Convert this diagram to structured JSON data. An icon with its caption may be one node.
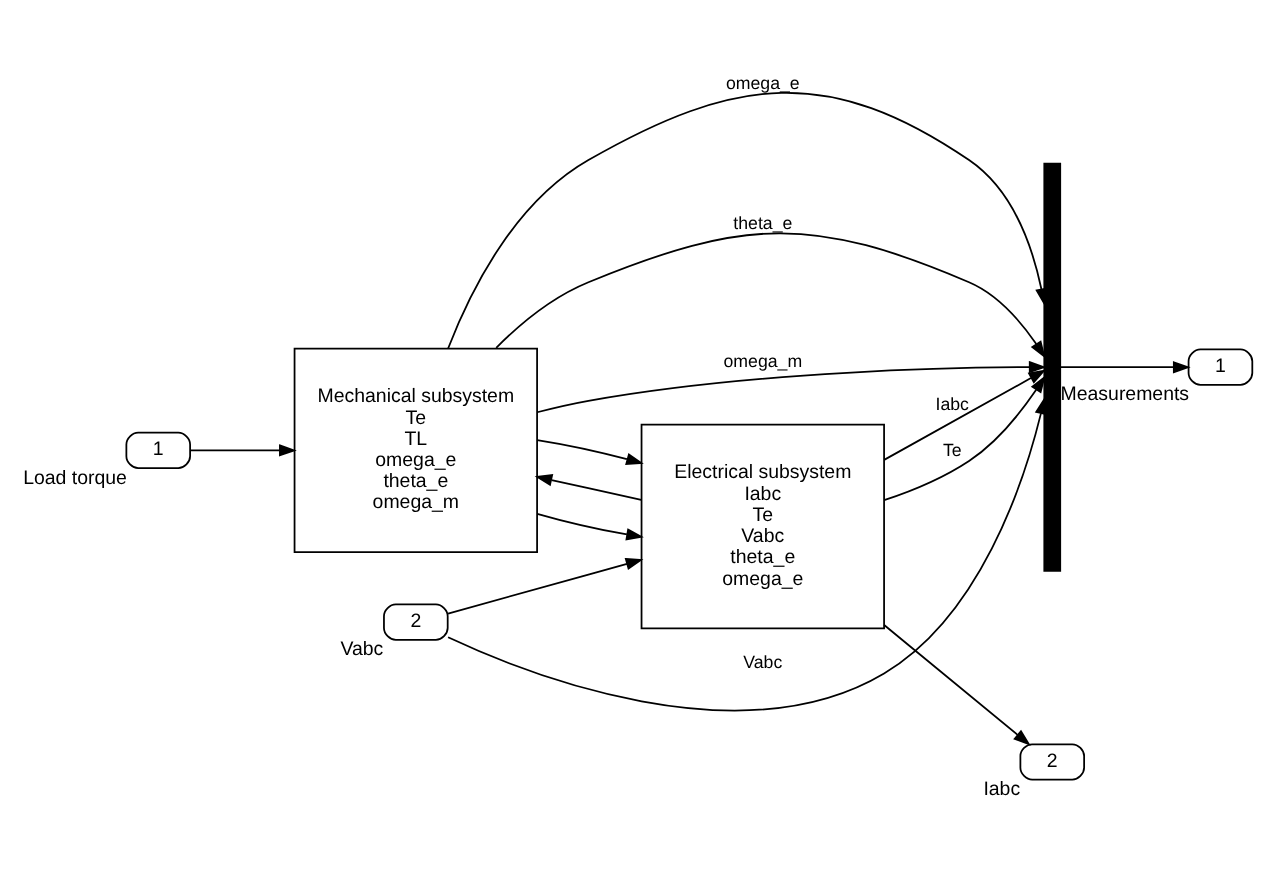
{
  "diagram": {
    "nodes": [
      {
        "text": [
          "1"
        ],
        "beside": [
          "Load torque"
        ]
      },
      {
        "text": [
          "Mechanical subsystem",
          "Te",
          "TL",
          "omega_e",
          "theta_e",
          "omega_m"
        ]
      },
      {
        "text": [
          "Electrical subsystem",
          "Iabc",
          "Te",
          "Vabc",
          "theta_e",
          "omega_e"
        ]
      },
      {
        "text": [],
        "shape": "bar"
      },
      {
        "text": [
          "1"
        ],
        "beside": [
          "Measurements"
        ]
      },
      {
        "text": [
          "2"
        ],
        "beside": [
          "Vabc"
        ]
      },
      {
        "text": [
          "2"
        ],
        "beside": [
          "Iabc"
        ]
      }
    ],
    "edges": [
      {
        "from": 0,
        "to": 1,
        "arrow": "to"
      },
      {
        "from": 2,
        "to": 1,
        "arrow": "to"
      },
      {
        "from": 1,
        "to": 3,
        "arrow": "to",
        "label": "omega_e"
      },
      {
        "from": 1,
        "to": 2,
        "arrow": "to"
      },
      {
        "from": 1,
        "to": 3,
        "arrow": "to",
        "label": "theta_e"
      },
      {
        "from": 1,
        "to": 2,
        "arrow": "to"
      },
      {
        "from": 1,
        "to": 3,
        "arrow": "to",
        "label": "omega_m"
      },
      {
        "from": 3,
        "to": 4,
        "arrow": "to"
      },
      {
        "from": 5,
        "to": 2,
        "arrow": "to"
      },
      {
        "from": 5,
        "to": 3,
        "arrow": "to",
        "label": "Vabc"
      },
      {
        "from": 2,
        "to": 3,
        "arrow": "to",
        "label": "Iabc"
      },
      {
        "from": 2,
        "to": 3,
        "arrow": "to",
        "label": "Te"
      },
      {
        "from": 2,
        "to": 6,
        "arrow": "to"
      }
    ]
  }
}
